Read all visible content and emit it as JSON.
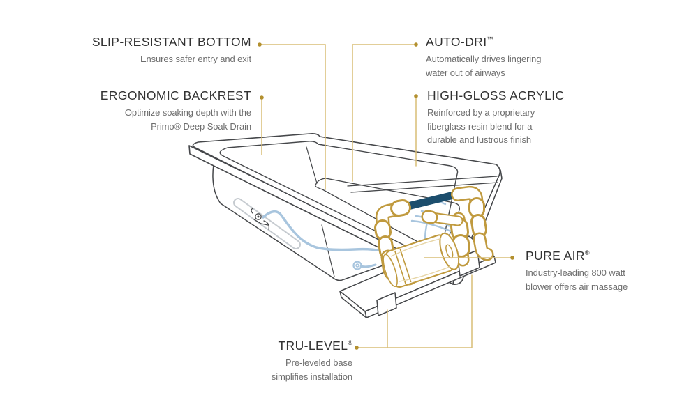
{
  "page": {
    "background": "#ffffff"
  },
  "diagram": {
    "subject": "bathtub-features-diagram",
    "colors": {
      "callout_line": "#d9bd77",
      "callout_dot": "#b3902f",
      "pipe_navy": "#1c4e6d",
      "fitting_gold": "#c09a3e",
      "fitting_shade": "#e6d5a6",
      "plumbing_blue": "#a8c5de",
      "outline": "#45474a",
      "title_text": "#323232",
      "body_text": "#6d6d6d"
    },
    "callouts": [
      {
        "id": "slip-resistant-bottom",
        "title": "SLIP-RESISTANT BOTTOM",
        "mark": "",
        "description": [
          "Ensures safer entry and exit"
        ]
      },
      {
        "id": "ergonomic-backrest",
        "title": "ERGONOMIC BACKREST",
        "mark": "",
        "description": [
          "Optimize soaking depth with the",
          "Primo® Deep Soak Drain"
        ]
      },
      {
        "id": "auto-dri",
        "title": "AUTO-DRI",
        "mark": "™",
        "description": [
          "Automatically drives lingering",
          "water out of airways"
        ]
      },
      {
        "id": "high-gloss-acrylic",
        "title": "HIGH-GLOSS ACRYLIC",
        "mark": "",
        "description": [
          "Reinforced by a proprietary",
          "fiberglass-resin blend for a",
          "durable and lustrous finish"
        ]
      },
      {
        "id": "pure-air",
        "title": "PURE AIR",
        "mark": "®",
        "description": [
          "Industry-leading 800 watt",
          "blower offers air massage"
        ]
      },
      {
        "id": "tru-level",
        "title": "TRU-LEVEL",
        "mark": "®",
        "description": [
          "Pre-leveled base",
          "simplifies installation"
        ]
      }
    ]
  }
}
